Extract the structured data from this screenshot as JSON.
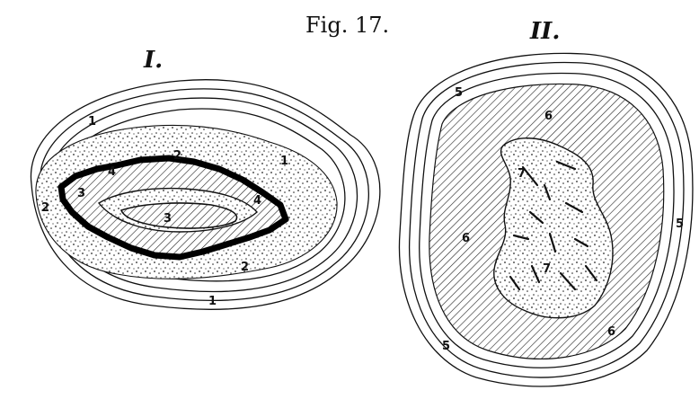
{
  "figure": {
    "title": "Fig. 17.",
    "panels": [
      {
        "label": "I.",
        "regions": [
          "1",
          "2",
          "3",
          "4"
        ]
      },
      {
        "label": "II.",
        "regions": [
          "5",
          "6",
          "7"
        ]
      }
    ]
  },
  "labels": {
    "p1": [
      "1",
      "1",
      "1",
      "2",
      "2",
      "2",
      "3",
      "3",
      "4",
      "4"
    ],
    "p2": [
      "5",
      "5",
      "5",
      "6",
      "6",
      "6",
      "7",
      "7"
    ]
  }
}
